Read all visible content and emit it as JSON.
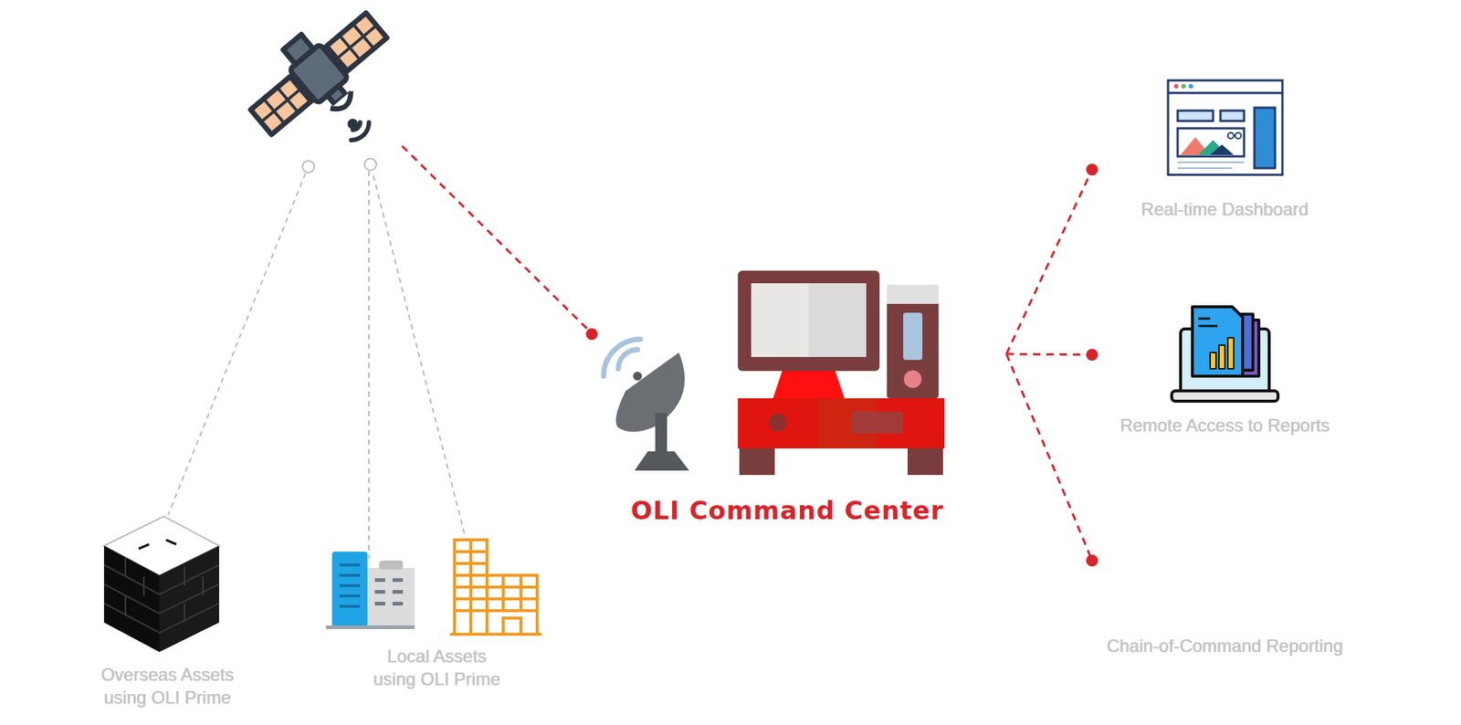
{
  "diagram": {
    "nodes": [
      {
        "text": [
          "Overseas Assets using OLI Prime"
        ]
      },
      {
        "text": [
          "Local Assets using OLI Prime"
        ]
      },
      {
        "text": [
          "OLI Command Center"
        ]
      },
      {
        "text": [
          "Real-time Dashboard"
        ]
      },
      {
        "text": [
          "Remote Access to Reports"
        ]
      },
      {
        "text": [
          "Chain-of-Command Reporting"
        ]
      }
    ],
    "edges": [
      {
        "from": 2,
        "to": 3,
        "arrow": "none"
      },
      {
        "from": 2,
        "to": 4,
        "arrow": "none"
      },
      {
        "from": 2,
        "to": 5,
        "arrow": "none"
      }
    ]
  }
}
